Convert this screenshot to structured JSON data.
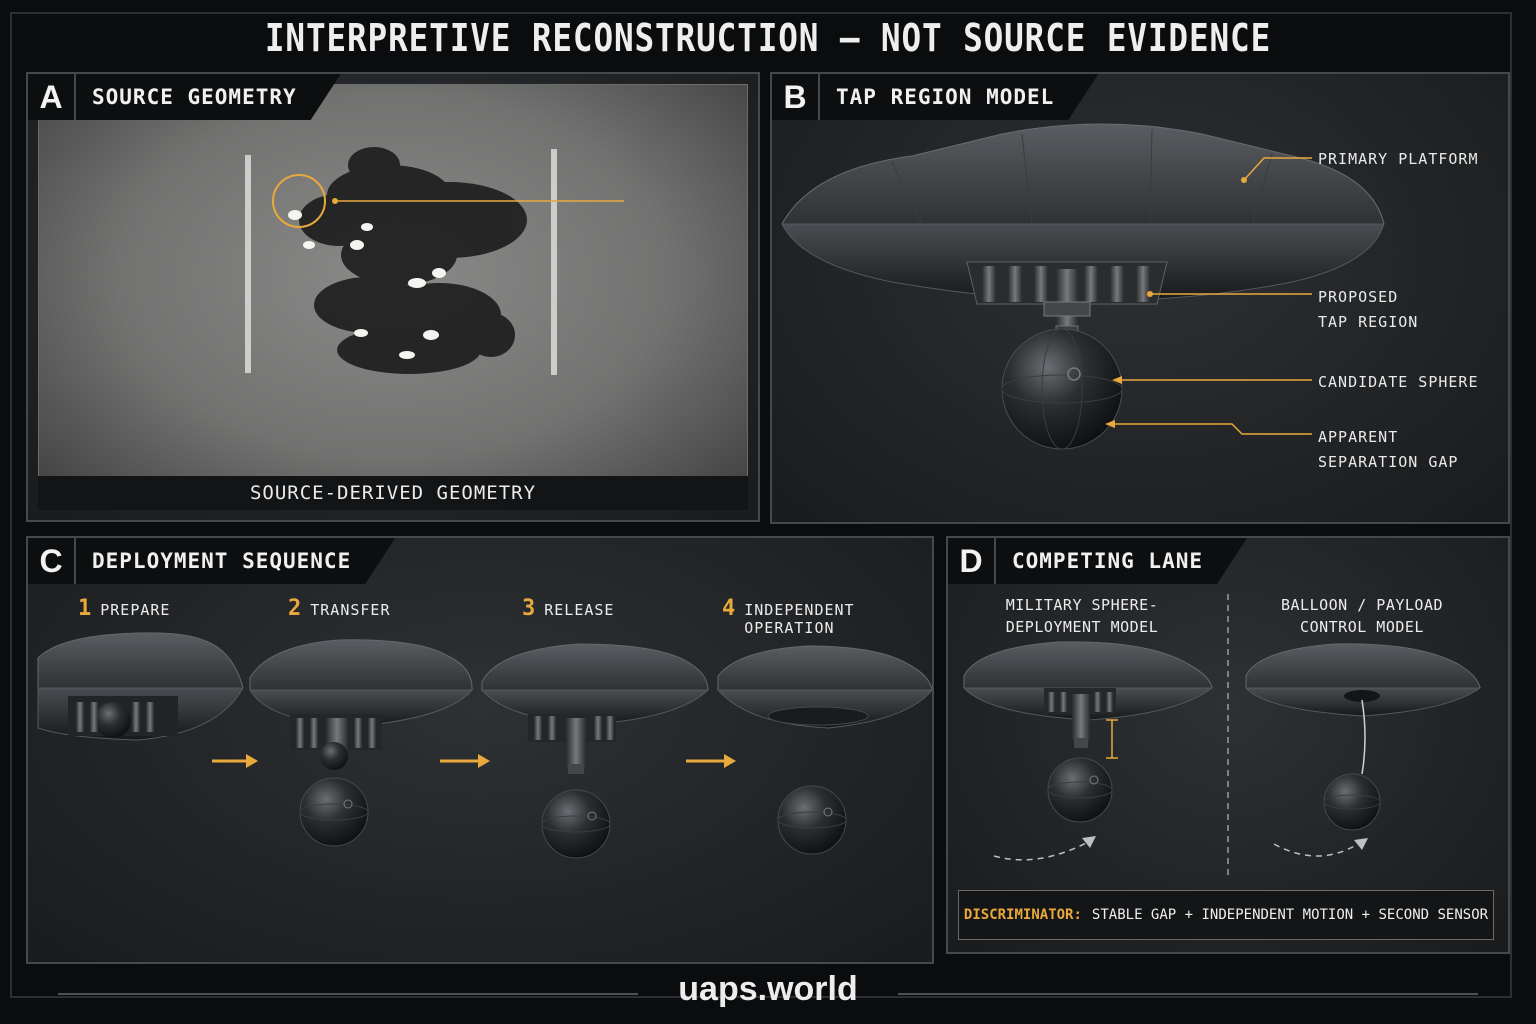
{
  "title": "INTERPRETIVE RECONSTRUCTION — NOT SOURCE EVIDENCE",
  "colors": {
    "accent": "#e9a93c",
    "panel_border": "#45494e",
    "background": "#0b0c0d"
  },
  "panels": {
    "a": {
      "letter": "A",
      "label": "SOURCE GEOMETRY",
      "caption": "SOURCE-DERIVED GEOMETRY"
    },
    "b": {
      "letter": "B",
      "label": "TAP REGION MODEL",
      "callouts": {
        "primary_platform": "PRIMARY PLATFORM",
        "tap_region_line1": "PROPOSED",
        "tap_region_line2": "TAP REGION",
        "candidate_sphere": "CANDIDATE SPHERE",
        "gap_line1": "APPARENT",
        "gap_line2": "SEPARATION GAP"
      }
    },
    "c": {
      "letter": "C",
      "label": "DEPLOYMENT SEQUENCE",
      "steps": [
        {
          "num": "1",
          "label": "PREPARE"
        },
        {
          "num": "2",
          "label": "TRANSFER"
        },
        {
          "num": "3",
          "label": "RELEASE"
        },
        {
          "num": "4",
          "label": "INDEPENDENT OPERATION"
        }
      ]
    },
    "d": {
      "letter": "D",
      "label": "COMPETING LANE",
      "lanes": {
        "military_line1": "MILITARY SPHERE-",
        "military_line2": "DEPLOYMENT MODEL",
        "balloon_line1": "BALLOON / PAYLOAD",
        "balloon_line2": "CONTROL MODEL"
      },
      "discriminator_key": "DISCRIMINATOR:",
      "discriminator_text": "STABLE GAP + INDEPENDENT MOTION + SECOND SENSOR"
    }
  },
  "footer": "uaps.world"
}
